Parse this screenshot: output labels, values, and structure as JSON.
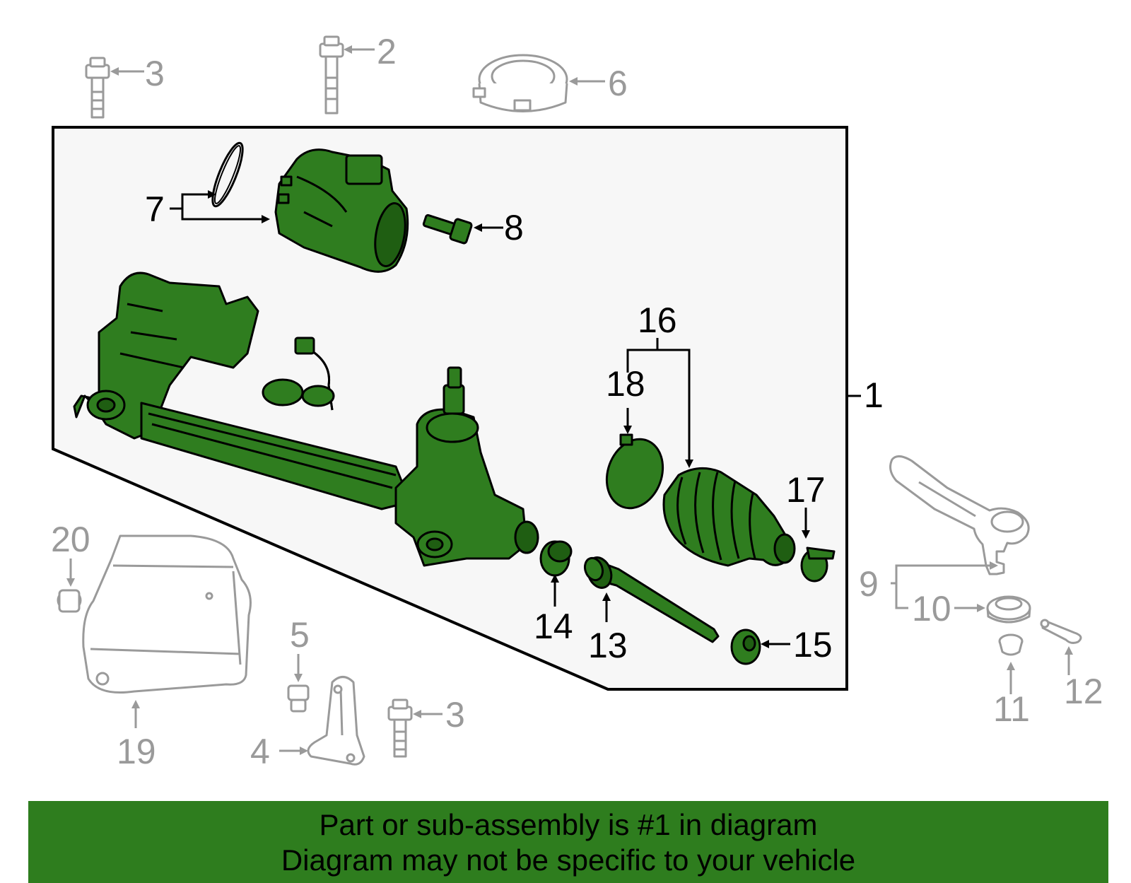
{
  "callouts": {
    "c1": "1",
    "c2": "2",
    "c3a": "3",
    "c3b": "3",
    "c4": "4",
    "c5": "5",
    "c6": "6",
    "c7": "7",
    "c8": "8",
    "c9": "9",
    "c10": "10",
    "c11": "11",
    "c12": "12",
    "c13": "13",
    "c14": "14",
    "c15": "15",
    "c16": "16",
    "c17": "17",
    "c18": "18",
    "c19": "19",
    "c20": "20"
  },
  "colors": {
    "highlight": "#2e7d1e",
    "part_green": "#2f7d1f",
    "gray": "#9a9a9a",
    "panel": "#f7f7f7"
  },
  "banner": {
    "line1": "Part or sub-assembly is #1 in diagram",
    "line2": "Diagram may not be specific to your vehicle"
  }
}
